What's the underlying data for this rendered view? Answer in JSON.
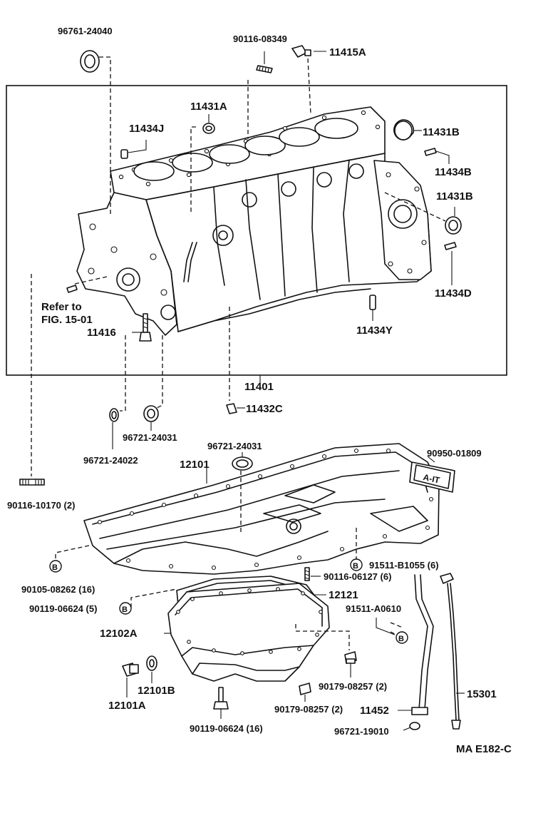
{
  "labels": {
    "p96761_24040": "96761-24040",
    "p90116_08349": "90116-08349",
    "p11415A": "11415A",
    "p11431A": "11431A",
    "p11434J": "11434J",
    "p11431B_top": "11431B",
    "p11434B": "11434B",
    "p11431B_mid": "11431B",
    "p11434D": "11434D",
    "refer_to": "Refer to",
    "fig_ref": "FIG. 15-01",
    "p11416": "11416",
    "p11434Y": "11434Y",
    "p11401": "11401",
    "p11432C": "11432C",
    "p96721_24031_a": "96721-24031",
    "p96721_24022": "96721-24022",
    "p96721_24031_b": "96721-24031",
    "p12101": "12101",
    "p90950_01809": "90950-01809",
    "p90116_10170": "90116-10170 (2)",
    "p91511_B1055": "91511-B1055 (6)",
    "p90105_08262": "90105-08262 (16)",
    "p90116_06127": "90116-06127 (6)",
    "p12121": "12121",
    "p90119_06624_5": "90119-06624 (5)",
    "p91511_A0610": "91511-A0610",
    "p12102A": "12102A",
    "p12101B": "12101B",
    "p12101A": "12101A",
    "p90179_08257_a": "90179-08257 (2)",
    "p90179_08257_b": "90179-08257 (2)",
    "p11452": "11452",
    "p15301": "15301",
    "p90119_06624_16": "90119-06624 (16)",
    "p96721_19010": "96721-19010",
    "drawing_code": "MA E182-C"
  },
  "markers": {
    "b": "B"
  },
  "sticker_text": "A-IT"
}
